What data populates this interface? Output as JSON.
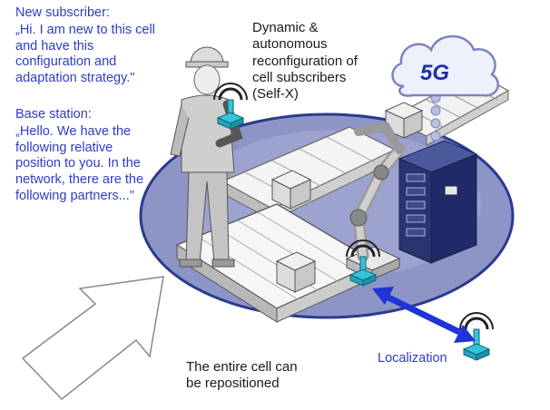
{
  "new_subscriber": {
    "heading": "New subscriber:",
    "text": "„Hi. I am new to this cell\nand have this\nconfiguration and\nadaptation strategy.\""
  },
  "base_station": {
    "heading": "Base station:",
    "text": "„Hello. We have the\nfollowing relative\nposition to you. In the\nnetwork, there are the\nfollowing partners...\""
  },
  "self_x_text": "Dynamic &\nautonomous\nreconfiguration of\ncell subscribers\n(Self-X)",
  "cloud_label": "5G",
  "localization_label": "Localization",
  "reposition_text": "The entire cell can\nbe repositioned",
  "colors": {
    "text_blue": "#2f3cc4",
    "ellipse_fill": "#8d95c6",
    "ellipse_border": "#2b3a8f",
    "device_teal": "#35c3d8",
    "arrow_blue": "#1f34d6"
  }
}
